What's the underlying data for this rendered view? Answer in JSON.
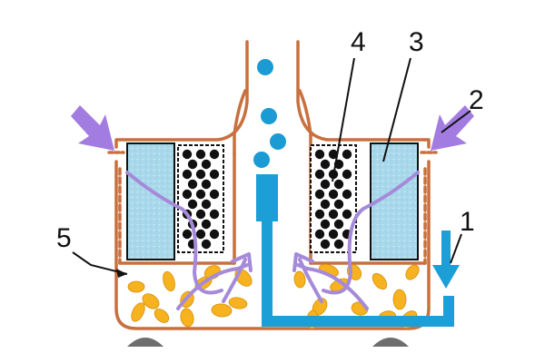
{
  "callouts": [
    {
      "id": "1",
      "text": "1"
    },
    {
      "id": "2",
      "text": "2"
    },
    {
      "id": "3",
      "text": "3"
    },
    {
      "id": "4",
      "text": "4"
    },
    {
      "id": "5",
      "text": "5"
    }
  ],
  "colors": {
    "housing": "#c8703e",
    "water": "#1b9fd6",
    "airflow": "#a58ad9",
    "airflow_arrow": "#a27ce0",
    "filter_cloth": "#a8d8ea",
    "granules": "#f6b21f",
    "charcoal": "#111111",
    "bubbles": "#1a9bd4",
    "feet": "#6e6e6e",
    "leader_lines": "#111111"
  },
  "icons": {
    "air_inlet": "arrow-down-right-icon",
    "water_inlet": "arrow-down-icon"
  }
}
